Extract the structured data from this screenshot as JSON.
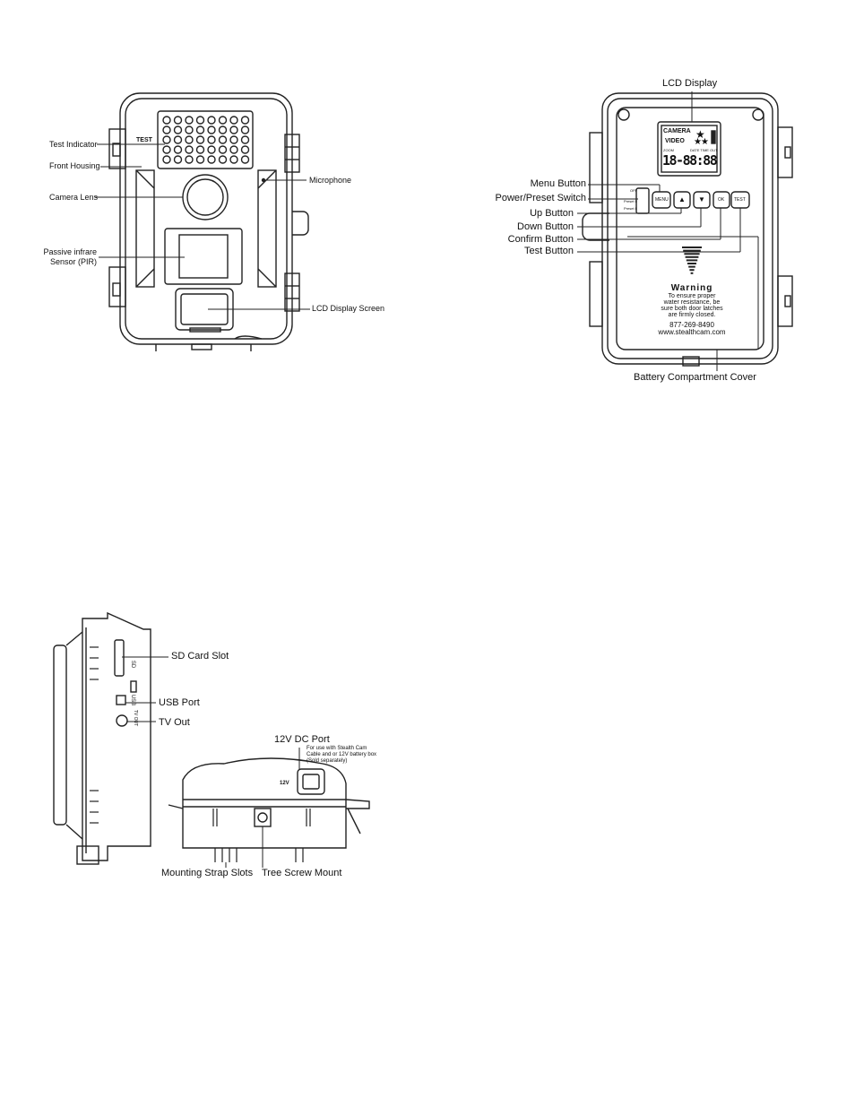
{
  "front": {
    "test_text": "TEST",
    "labels": {
      "test_indicator": "Test Indicator",
      "front_housing": "Front Housing",
      "camera_lens": "Camera Lens",
      "pir": "Passive infrare\nSensor (PIR)",
      "microphone": "Microphone",
      "lcd_screen": "LCD Display Screen"
    }
  },
  "back": {
    "labels": {
      "lcd_display": "LCD Display",
      "menu": "Menu Button",
      "power": "Power/Preset Switch",
      "up": "Up Button",
      "down": "Down Button",
      "confirm": "Confirm Button",
      "test": "Test Button",
      "battery": "Battery Compartment Cover"
    },
    "lcd": {
      "camera": "CAMERA",
      "video": "VIDEO",
      "zoom": "ZOOM",
      "date_time_out": "DATE TIME OUT",
      "digits": "18-88:88"
    },
    "switch": [
      "OFF",
      "Preset II",
      "Preset I"
    ],
    "buttons": {
      "menu": "MENU",
      "up": "▲",
      "down": "▼",
      "ok": "OK",
      "test": "TEST"
    },
    "warning": {
      "title": "Warning",
      "lines": [
        "To ensure proper",
        "water resistance, be",
        "sure both door latches",
        "are firmly closed."
      ],
      "phone": "877-269-8490",
      "web": "www.stealthcam.com"
    }
  },
  "side": {
    "labels": {
      "sd": "SD Card Slot",
      "usb": "USB Port",
      "tv": "TV Out"
    },
    "marks": {
      "sd": "SD",
      "usb": "USB",
      "tv": "TV OUT"
    }
  },
  "bottom": {
    "labels": {
      "dc": "12V DC Port",
      "dc_note": "For use with Stealth Cam\nCable and or 12V battery box\n(Sold separately)",
      "straps": "Mounting Strap Slots",
      "screw": "Tree Screw Mount"
    },
    "mark_12v": "12V"
  }
}
